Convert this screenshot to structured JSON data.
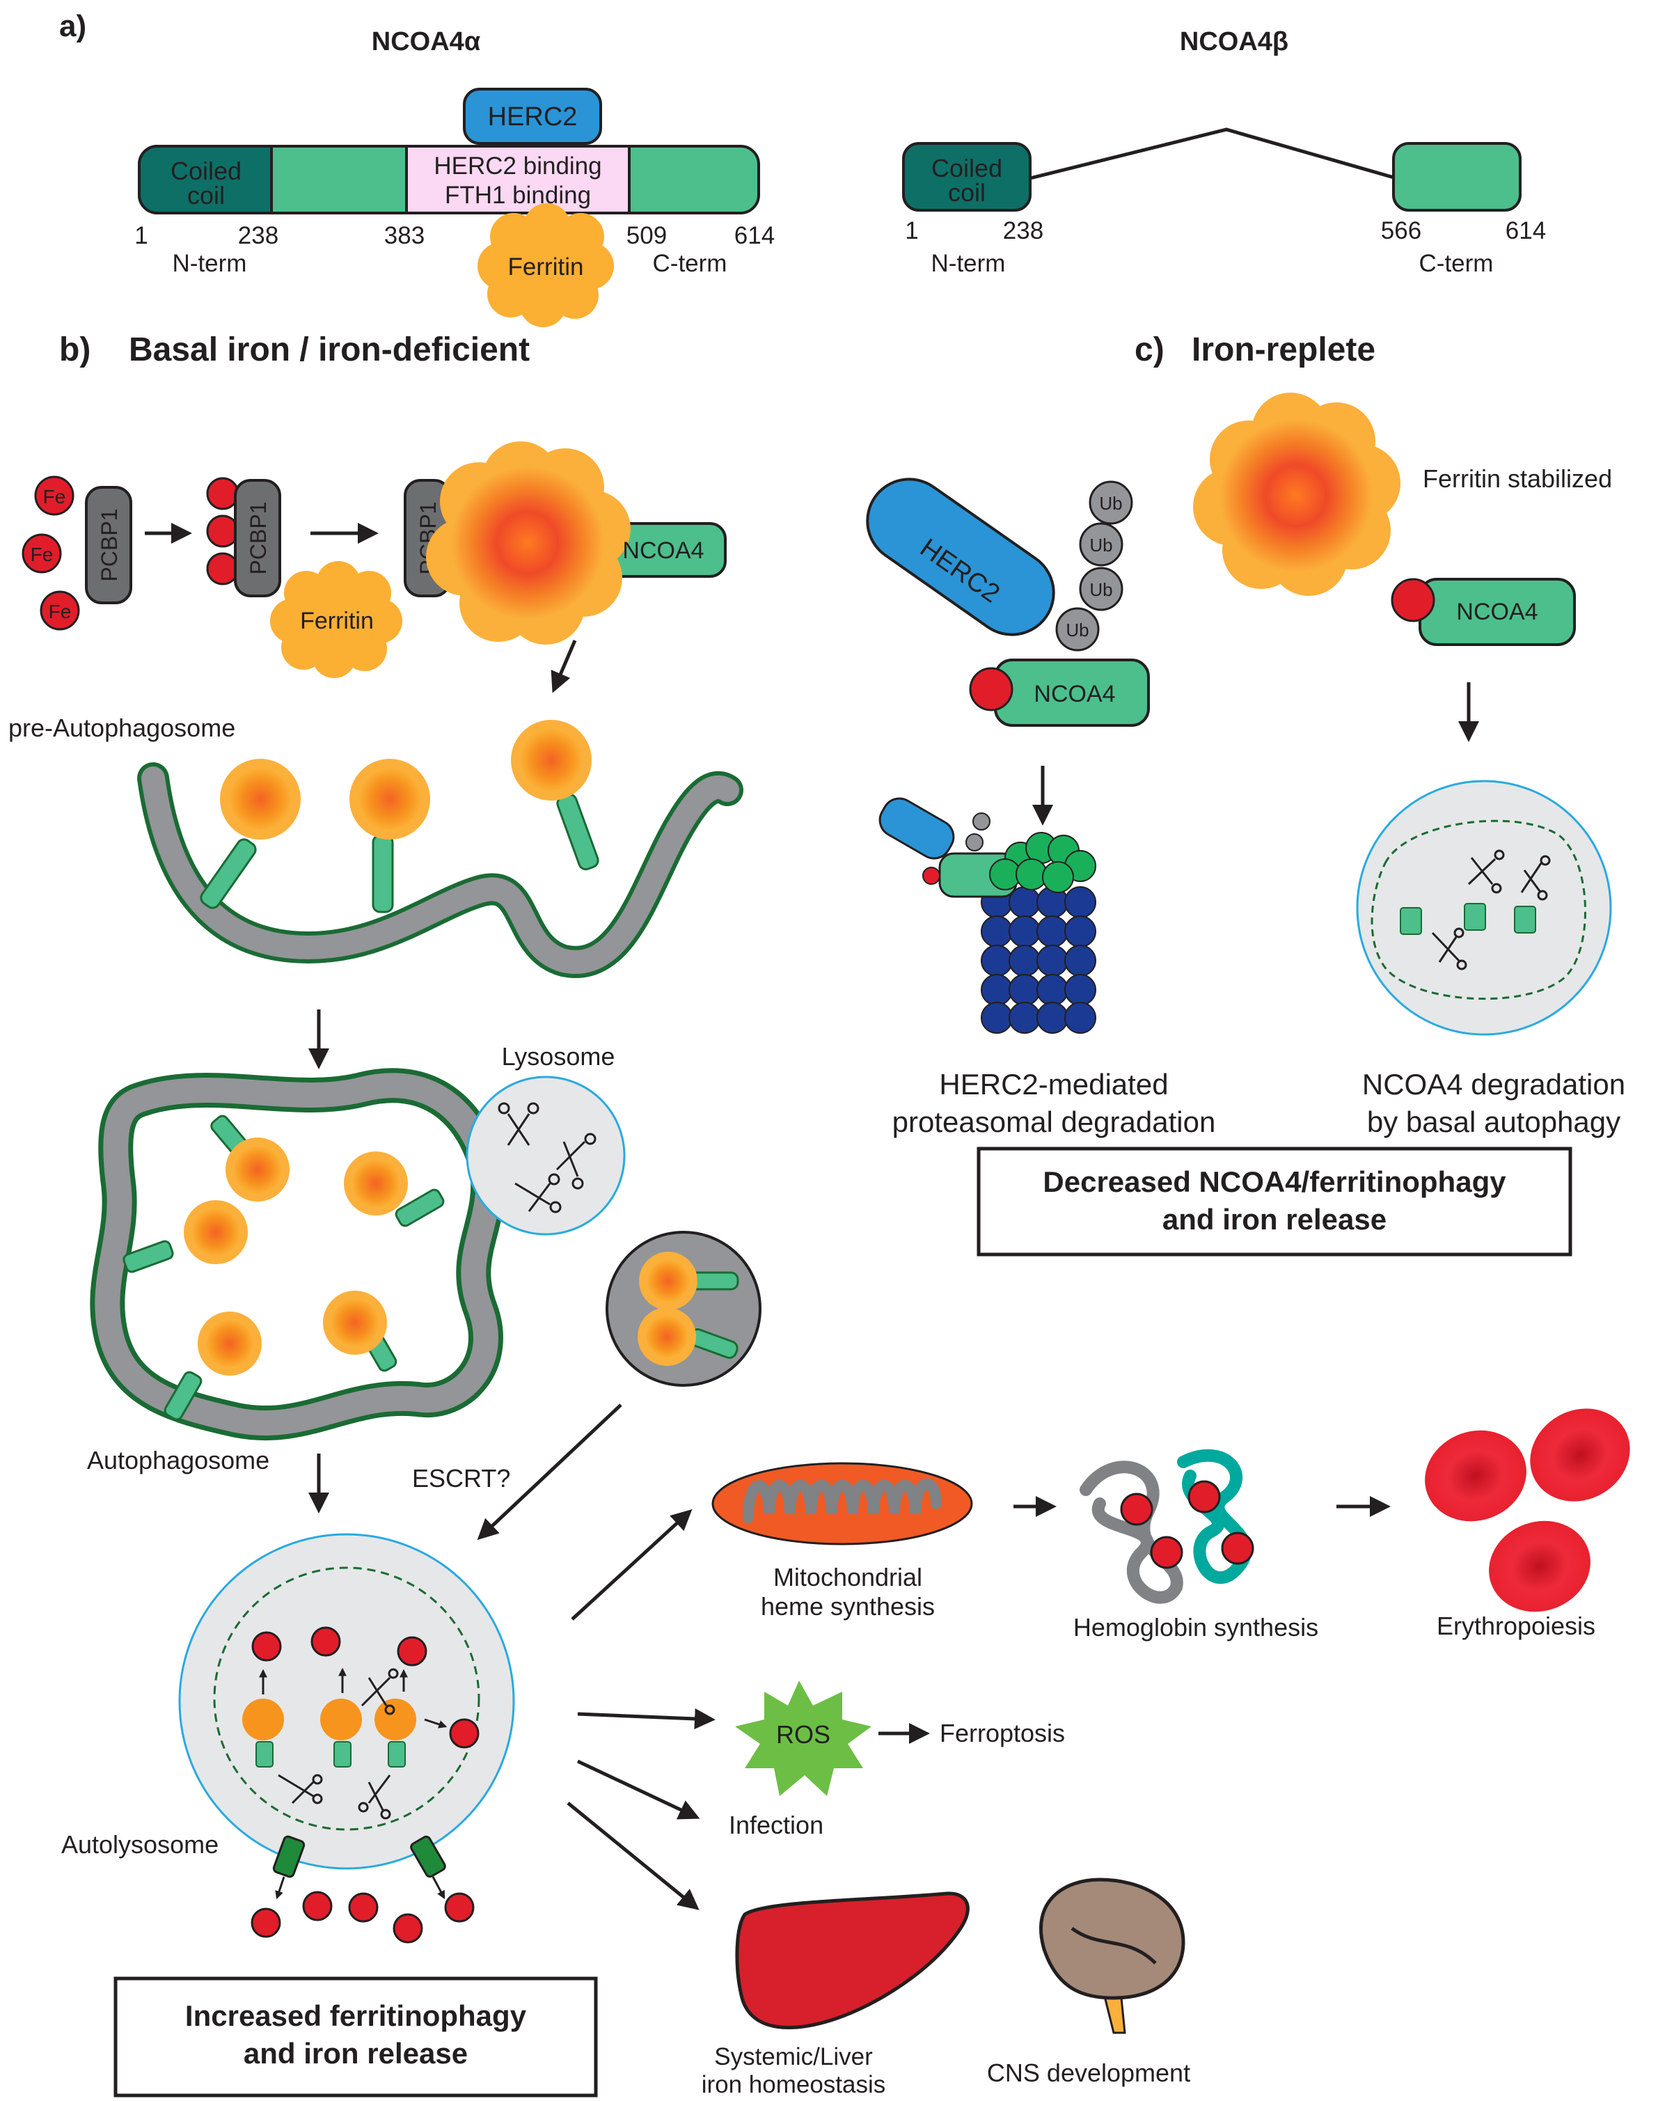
{
  "panel_a": {
    "label": "a)",
    "alpha": {
      "title": "NCOA4α",
      "coiled_coil": [
        "Coiled",
        "coil"
      ],
      "herc2": "HERC2",
      "binding_lines": [
        "HERC2 binding",
        "FTH1 binding"
      ],
      "positions": [
        "1",
        "238",
        "383",
        "509",
        "614"
      ],
      "n_term": "N-term",
      "c_term": "C-term",
      "ferritin": "Ferritin"
    },
    "beta": {
      "title": "NCOA4β",
      "coiled_coil": [
        "Coiled",
        "coil"
      ],
      "positions": [
        "1",
        "238",
        "566",
        "614"
      ],
      "n_term": "N-term",
      "c_term": "C-term"
    }
  },
  "panel_b": {
    "label": "b)",
    "title": "Basal iron / iron-deficient",
    "fe": "Fe",
    "pcbp1": "PCBP1",
    "ferritin": "Ferritin",
    "ncoa4": "NCOA4",
    "pre_autophagosome": "pre-Autophagosome",
    "lysosome": "Lysosome",
    "autophagosome": "Autophagosome",
    "escrt": "ESCRT?",
    "autolysosome": "Autolysosome",
    "summary": [
      "Increased ferritinophagy",
      "and iron release"
    ],
    "outcomes": {
      "mito": [
        "Mitochondrial",
        "heme synthesis"
      ],
      "hemoglobin": "Hemoglobin synthesis",
      "erythropoiesis": "Erythropoiesis",
      "ros": "ROS",
      "ferroptosis": "Ferroptosis",
      "infection": "Infection",
      "liver": [
        "Systemic/Liver",
        "iron homeostasis"
      ],
      "cns": "CNS development"
    }
  },
  "panel_c": {
    "label": "c)",
    "title": "Iron-replete",
    "herc2": "HERC2",
    "ncoa4": "NCOA4",
    "ub": "Ub",
    "ferritin_stabilized": "Ferritin stabilized",
    "proteasomal": [
      "HERC2-mediated",
      "proteasomal degradation"
    ],
    "autophagy": [
      "NCOA4 degradation",
      "by basal autophagy"
    ],
    "summary": [
      "Decreased NCOA4/ferritinophagy",
      "and iron release"
    ]
  },
  "colors": {
    "teal_dark": "#0e6f66",
    "green": "#4cbf8c",
    "pink": "#fbd8f3",
    "herc2_blue": "#2a94d6",
    "ferritin_orange": "#fbaf33",
    "iron_red": "#e11d2a",
    "pcbp1_gray": "#6d6e70",
    "membrane_green": "#1a6b34",
    "lysosome_blue": "#29aae1",
    "proteasome_navy": "#1b3a93",
    "mito_orange": "#f15a24",
    "ros_green": "#6cbe45",
    "liver_red": "#d7202b",
    "brain_brown": "#a58a7a"
  }
}
